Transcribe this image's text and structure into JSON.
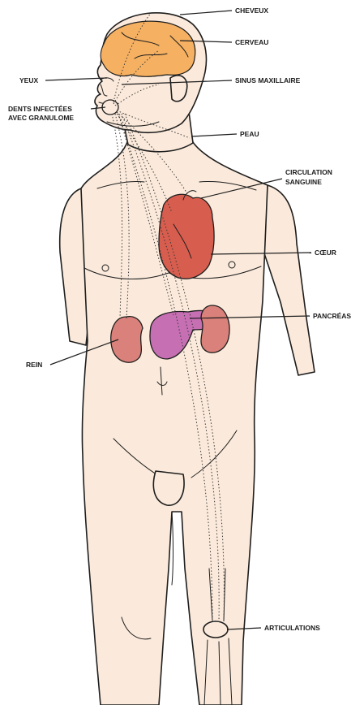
{
  "labels": {
    "cheveux": "CHEVEUX",
    "cerveau": "CERVEAU",
    "yeux": "YEUX",
    "sinus": "SINUS MAXILLAIRE",
    "dents_line1": "DENTS INFECTÉES",
    "dents_line2": "AVEC GRANULOME",
    "peau": "PEAU",
    "circulation_line1": "CIRCULATION",
    "circulation_line2": "SANGUINE",
    "coeur": "CŒUR",
    "pancreas": "PANCRÉAS",
    "rein": "REIN",
    "articulations": "ARTICULATIONS"
  },
  "colors": {
    "skin": "#fbeadb",
    "brain": "#f5b061",
    "heart": "#d75d4e",
    "pancreas": "#c66fb3",
    "kidney": "#d9817a",
    "outline": "#1e1e1e"
  }
}
